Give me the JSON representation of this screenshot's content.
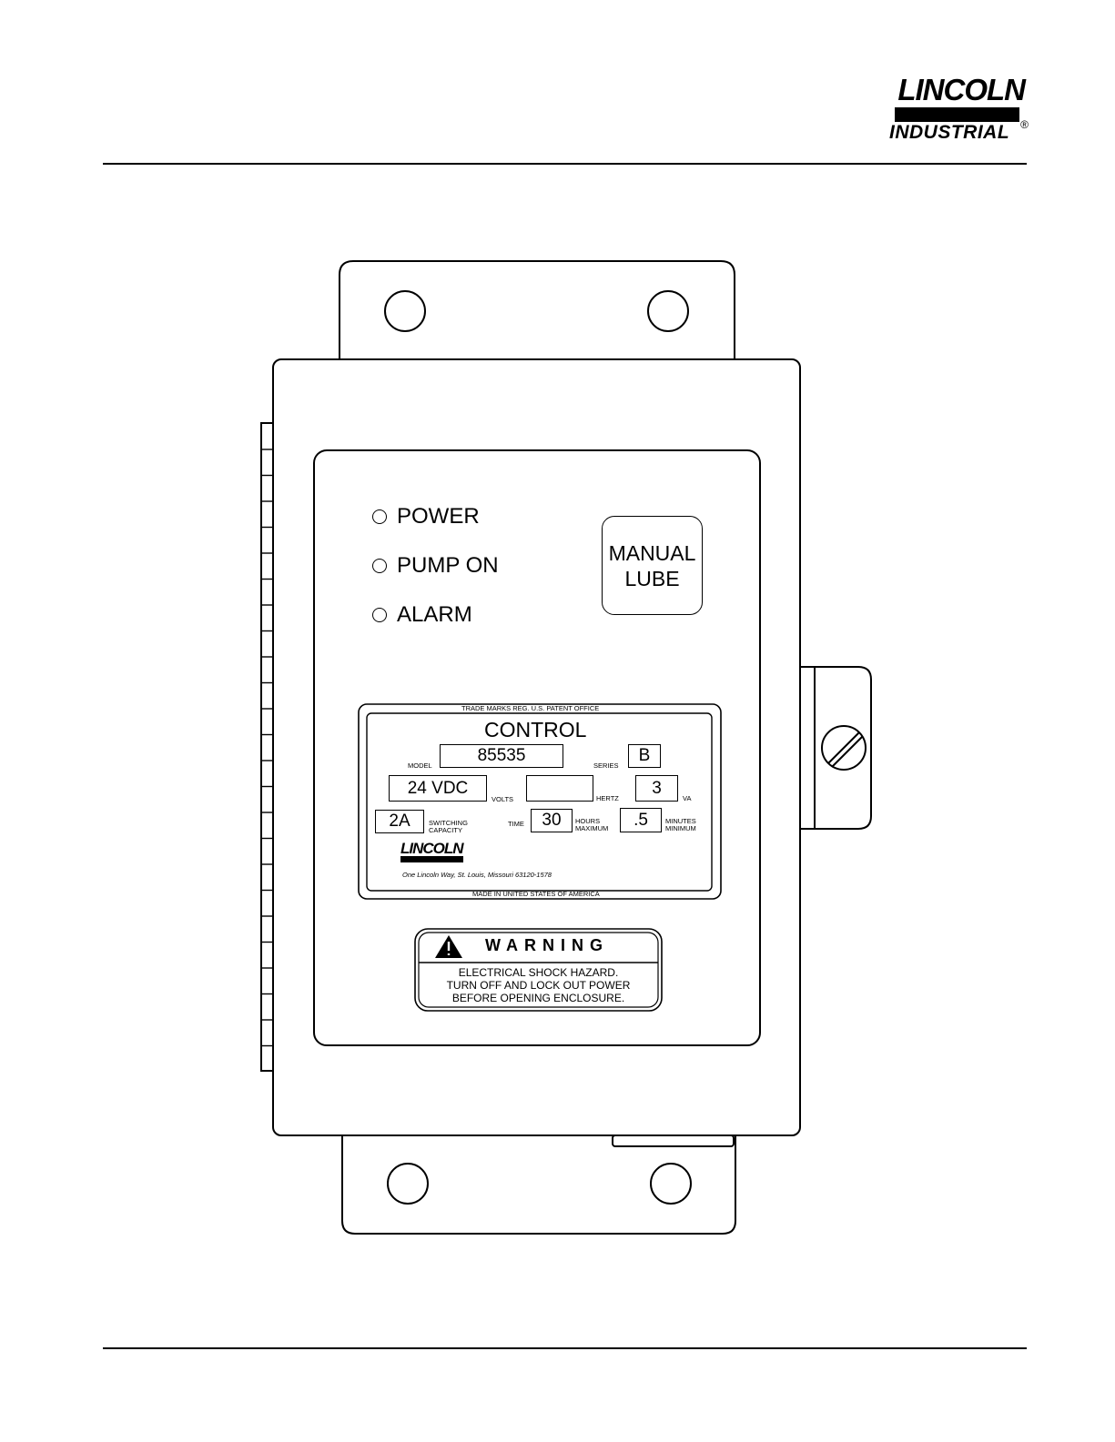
{
  "header": {
    "logo_top": "LINCOLN",
    "logo_bottom": "INDUSTRIAL",
    "logo_reg": "®"
  },
  "indicators": [
    {
      "label": "POWER"
    },
    {
      "label": "PUMP ON"
    },
    {
      "label": "ALARM"
    }
  ],
  "manual_button": {
    "line1": "MANUAL",
    "line2": "LUBE"
  },
  "nameplate": {
    "trademark": "TRADE MARKS REG. U.S. PATENT OFFICE",
    "title": "CONTROL",
    "model_label": "MODEL",
    "model_value": "85535",
    "series_label": "SERIES",
    "series_value": "B",
    "volts_value": "24 VDC",
    "volts_label": "VOLTS",
    "hertz_value": "",
    "hertz_label": "HERTZ",
    "va_value": "3",
    "va_label": "VA",
    "switching_value": "2A",
    "switching_label_1": "SWITCHING",
    "switching_label_2": "CAPACITY",
    "time_label": "TIME",
    "hours_value": "30",
    "hours_label_1": "HOURS",
    "hours_label_2": "MAXIMUM",
    "minutes_value": ".5",
    "minutes_label_1": "MINUTES",
    "minutes_label_2": "MINIMUM",
    "mini_logo": "LINCOLN",
    "address": "One Lincoln Way, St. Louis, Missouri 63120-1578",
    "made_in": "MADE IN UNITED STATES OF AMERICA"
  },
  "warning": {
    "title": "WARNING",
    "line1": "ELECTRICAL SHOCK HAZARD.",
    "line2": "TURN OFF AND LOCK OUT POWER",
    "line3": "BEFORE OPENING ENCLOSURE."
  }
}
